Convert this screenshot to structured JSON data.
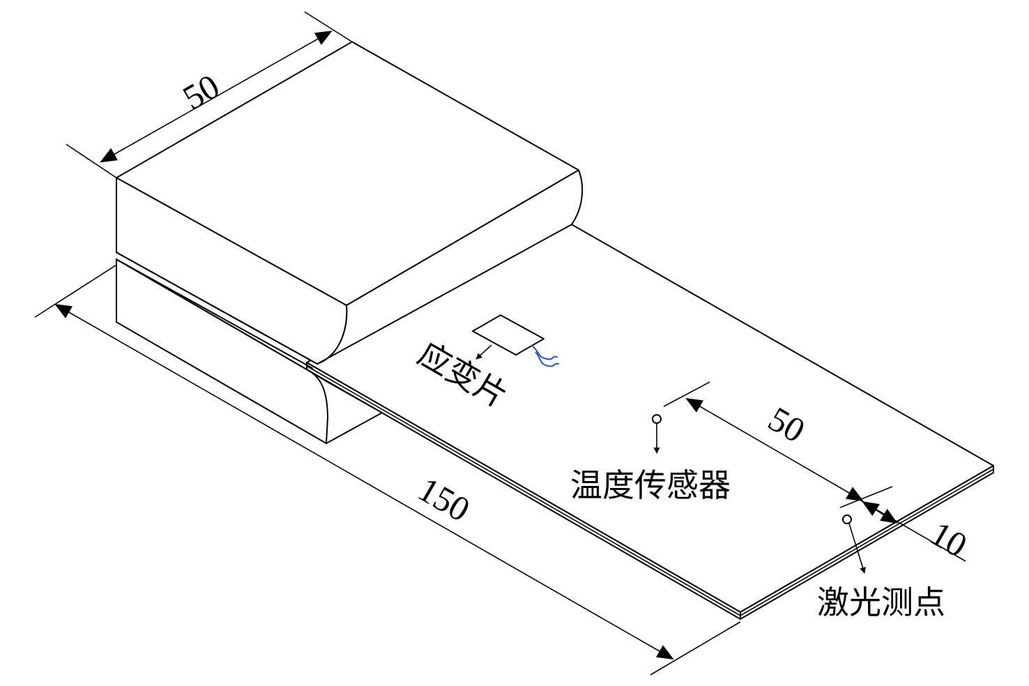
{
  "dimensions": {
    "clamp_width": "50",
    "specimen_length": "150",
    "sensor_spacing": "50",
    "edge_offset": "10"
  },
  "labels": {
    "strain_gauge": "应变片",
    "temperature_sensor": "温度传感器",
    "laser_point": "激光测点"
  },
  "colors": {
    "lines": "#000000",
    "background": "#ffffff",
    "gauge_wire": "#2a4fd6"
  }
}
